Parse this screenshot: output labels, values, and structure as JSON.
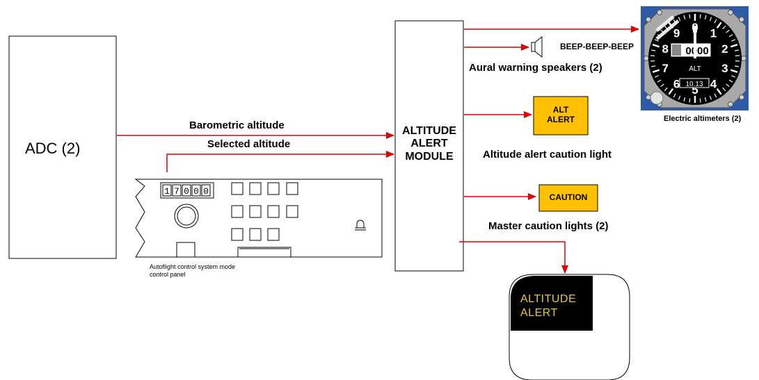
{
  "adc": {
    "label": "ADC (2)"
  },
  "signals": {
    "barometric": "Barometric altitude",
    "selected": "Selected altitude"
  },
  "module": {
    "line1": "ALTITUDE",
    "line2": "ALERT",
    "line3": "MODULE"
  },
  "mcp": {
    "display_digits": [
      "1",
      "7",
      "0",
      "0",
      "0"
    ],
    "caption_line1": "Autoflight control system mode",
    "caption_line2": "control panel"
  },
  "speaker": {
    "sound": "BEEP-BEEP-BEEP",
    "caption": "Aural warning speakers (2)"
  },
  "alt_alert_light": {
    "line1": "ALT",
    "line2": "ALERT",
    "caption": "Altitude alert caution light",
    "color": "#ffc000"
  },
  "caution_light": {
    "label": "CAUTION",
    "caption": "Master caution lights (2)",
    "color": "#ffc000"
  },
  "altimeter": {
    "caption": "Electric altimeters (2)",
    "dial_numbers": [
      "0",
      "1",
      "2",
      "3",
      "4",
      "5",
      "6",
      "7",
      "8",
      "9"
    ],
    "readout": "0000",
    "alt_text": "ALT",
    "baro": "10.13",
    "frame_color": "#2e5aa8"
  },
  "display": {
    "line1": "ALTITUDE",
    "line2": "ALERT",
    "text_color": "#e8c840"
  },
  "colors": {
    "arrow": "#e00000"
  }
}
